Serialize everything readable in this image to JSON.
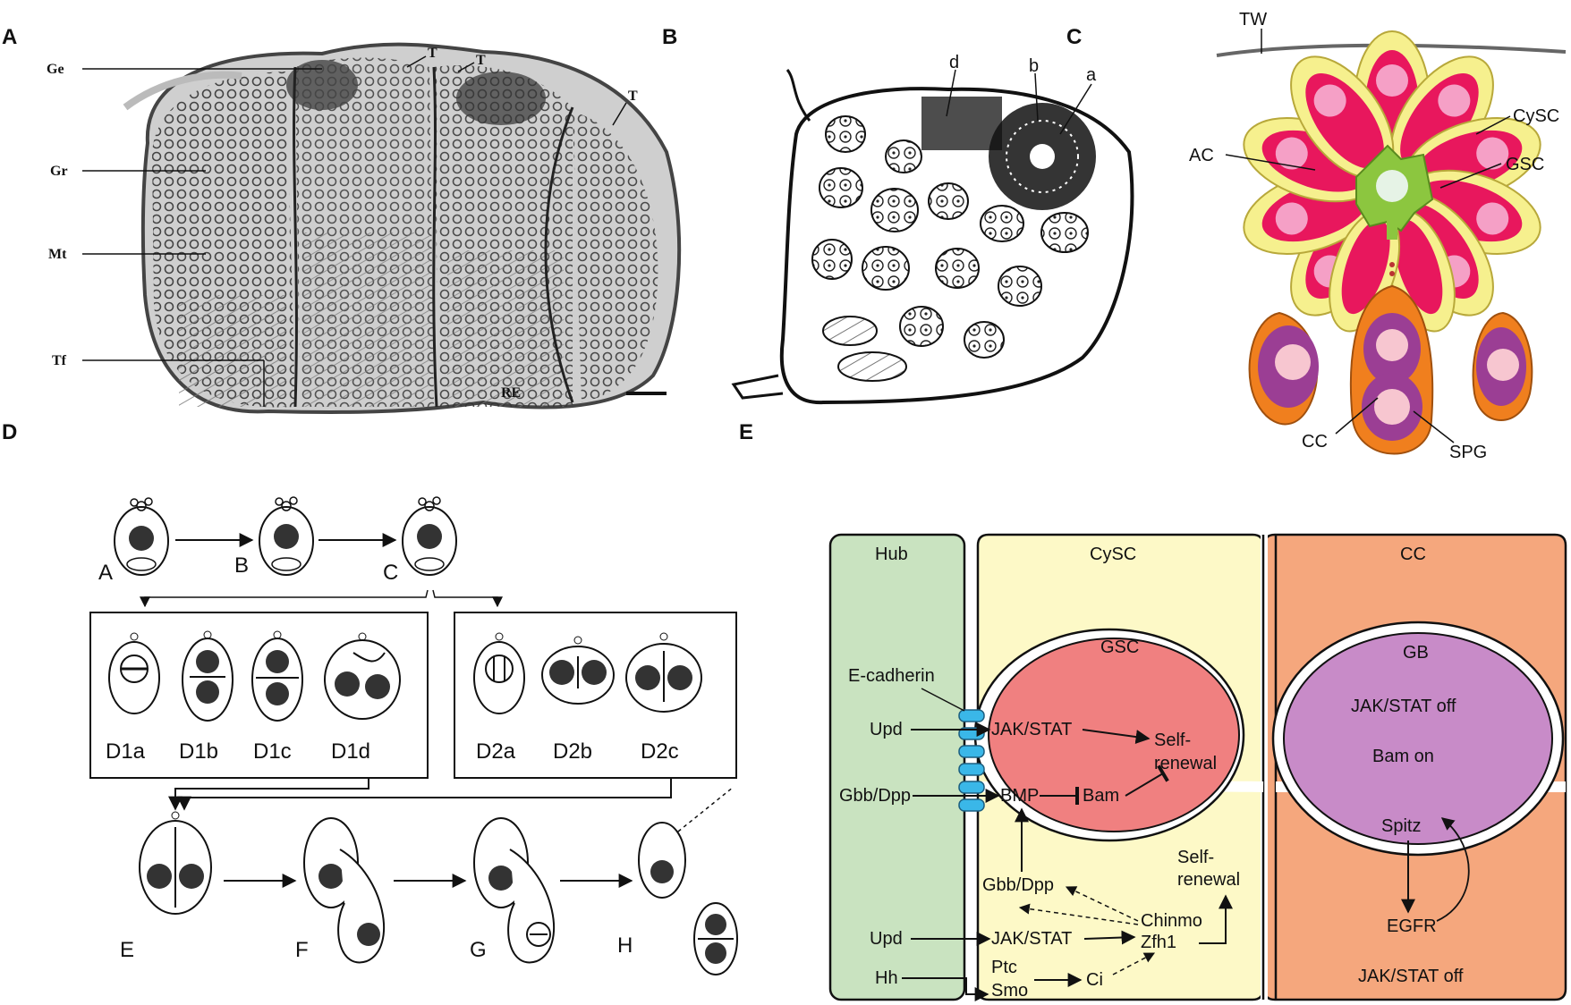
{
  "panels": {
    "a": {
      "letter": "A",
      "labels": {
        "ge": "Ge",
        "gr": "Gr",
        "mt": "Mt",
        "tf": "Tf",
        "t1": "T",
        "t2": "T",
        "t3": "T",
        "re": "RE"
      }
    },
    "b": {
      "letter": "B",
      "labels": {
        "d": "d",
        "b": "b",
        "a": "a"
      }
    },
    "c": {
      "letter": "C",
      "labels": {
        "tw": "TW",
        "cysc": "CySC",
        "ac": "AC",
        "gsc": "GSC",
        "cc": "CC",
        "spg": "SPG"
      },
      "colors": {
        "cyst": "#f6f08e",
        "gsc": "#e8175d",
        "gsc_nucleus": "#f5a0c6",
        "hub": "#8cc63f",
        "spg": "#9b3e94",
        "spg_nucleus": "#f7c6d0",
        "cyst_outer": "#f07f1e"
      }
    },
    "d": {
      "letter": "D",
      "stages_top": [
        "A",
        "B",
        "C"
      ],
      "group1": [
        "D1a",
        "D1b",
        "D1c",
        "D1d"
      ],
      "group2": [
        "D2a",
        "D2b",
        "D2c"
      ],
      "stages_bottom": [
        "E",
        "F",
        "G",
        "H"
      ]
    },
    "e": {
      "letter": "E",
      "regions": {
        "hub": "Hub",
        "cysc": "CySC",
        "cc": "CC",
        "gsc": "GSC",
        "gb": "GB"
      },
      "colors": {
        "hub": "#c9e3c0",
        "cysc": "#fdf9c7",
        "cc": "#f5a77d",
        "gsc": "#f08080",
        "gb": "#c88bc8",
        "adhesion": "#3ab7e8"
      },
      "labels": {
        "ecadherin": "E-cadherin",
        "upd1": "Upd",
        "gbbdpp1": "Gbb/Dpp",
        "jakstat1": "JAK/STAT",
        "self1a": "Self-",
        "self1b": "renewal",
        "bmp": "BMP",
        "bam": "Bam",
        "gbbdpp2": "Gbb/Dpp",
        "self2a": "Self-",
        "self2b": "renewal",
        "chinmo": "Chinmo",
        "zfh1": "Zfh1",
        "upd2": "Upd",
        "jakstat2": "JAK/STAT",
        "hh": "Hh",
        "ptc": "Ptc",
        "smo": "Smo",
        "ci": "Ci",
        "gb_jak": "JAK/STAT off",
        "gb_bam": "Bam on",
        "spitz": "Spitz",
        "egfr": "EGFR",
        "cc_jak": "JAK/STAT off"
      }
    }
  }
}
